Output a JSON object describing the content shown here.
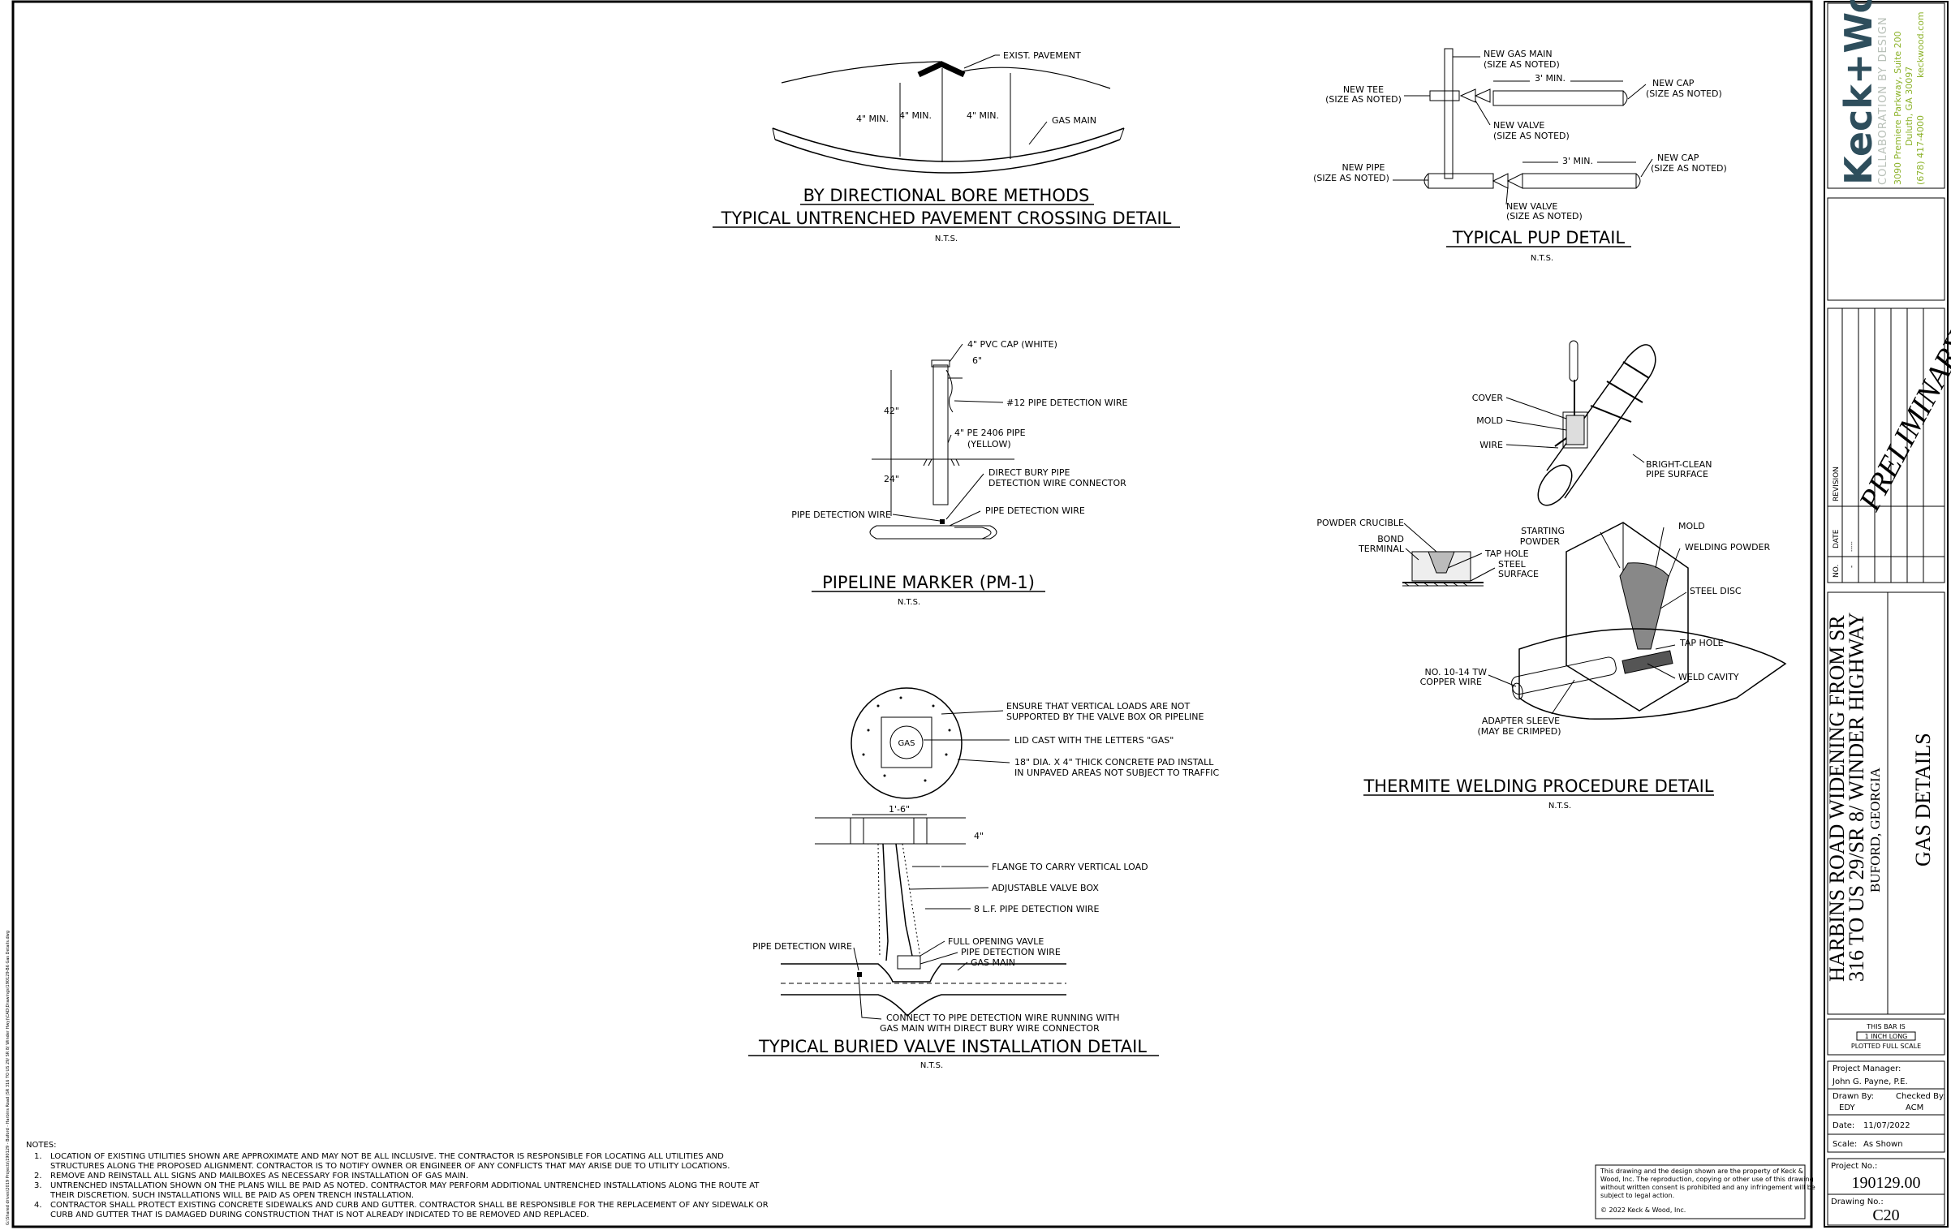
{
  "details": {
    "bore": {
      "title1": "BY DIRECTIONAL BORE METHODS",
      "title2": "TYPICAL UNTRENCHED PAVEMENT CROSSING DETAIL",
      "scale": "N.T.S.",
      "exist_pavement": "EXIST. PAVEMENT",
      "gas_main": "GAS MAIN",
      "dim1": "4\" MIN.",
      "dim2": "4\" MIN.",
      "dim3": "4\" MIN."
    },
    "pup": {
      "title": "TYPICAL PUP DETAIL",
      "scale": "N.T.S.",
      "new_gas_main": "NEW GAS MAIN",
      "new_gas_main_sub": "(SIZE AS NOTED)",
      "new_tee": "NEW TEE",
      "new_tee_sub": "(SIZE AS NOTED)",
      "new_cap": "NEW CAP",
      "new_cap_sub": "(SIZE AS NOTED)",
      "new_valve": "NEW VALVE",
      "new_valve_sub": "(SIZE AS NOTED)",
      "new_pipe": "NEW PIPE",
      "new_pipe_sub": "(SIZE AS NOTED)",
      "new_cap2": "NEW CAP",
      "new_cap2_sub": "(SIZE AS NOTED)",
      "new_valve2": "NEW VALVE",
      "new_valve2_sub": "(SIZE AS NOTED)",
      "min1": "3' MIN.",
      "min2": "3' MIN."
    },
    "marker": {
      "title": "PIPELINE MARKER (PM-1)",
      "scale": "N.T.S.",
      "cap": "4\" PVC CAP (WHITE)",
      "six": "6\"",
      "wire12": "#12 PIPE DETECTION WIRE",
      "pe_pipe": "4\" PE 2406 PIPE",
      "pe_pipe_sub": "(YELLOW)",
      "direct_bury": "DIRECT BURY PIPE",
      "direct_bury_sub": "DETECTION WIRE CONNECTOR",
      "pdw_left": "PIPE DETECTION WIRE",
      "pdw_right": "PIPE DETECTION WIRE",
      "dim42": "42\"",
      "dim24": "24\""
    },
    "thermite": {
      "title": "THERMITE WELDING PROCEDURE DETAIL",
      "scale": "N.T.S.",
      "cover": "COVER",
      "mold": "MOLD",
      "wire": "WIRE",
      "bright1": "BRIGHT-CLEAN",
      "bright2": "PIPE SURFACE",
      "powder_crucible": "POWDER CRUCIBLE",
      "bond1": "BOND",
      "bond2": "TERMINAL",
      "tap_hole": "TAP HOLE",
      "steel1": "STEEL",
      "steel2": "SURFACE",
      "starting1": "STARTING",
      "starting2": "POWDER",
      "mold2": "MOLD",
      "welding_powder": "WELDING POWDER",
      "steel_disc": "STEEL DISC",
      "tap_hole2": "TAP HOLE",
      "weld_cavity": "WELD CAVITY",
      "no10_1": "NO. 10-14 TW",
      "no10_2": "COPPER WIRE",
      "adapter1": "ADAPTER SLEEVE",
      "adapter2": "(MAY BE CRIMPED)"
    },
    "valve": {
      "title": "TYPICAL BURIED VALVE INSTALLATION DETAIL",
      "scale": "N.T.S.",
      "ensure1": "ENSURE THAT VERTICAL LOADS ARE NOT",
      "ensure2": "SUPPORTED BY THE VALVE BOX OR PIPELINE",
      "lid": "LID CAST WITH THE LETTERS \"GAS\"",
      "dia1": "18\" DIA. X 4\" THICK CONCRETE PAD INSTALL",
      "dia2": "IN UNPAVED AREAS NOT SUBJECT TO TRAFFIC",
      "gas": "GAS",
      "dim16": "1'-6\"",
      "dim4": "4\"",
      "flange": "FLANGE TO CARRY VERTICAL LOAD",
      "adjustable": "ADJUSTABLE VALVE BOX",
      "lf": "8 L.F. PIPE DETECTION WIRE",
      "pdw_left": "PIPE DETECTION WIRE",
      "full_opening": "FULL OPENING VAVLE",
      "pdw_right": "PIPE DETECTION WIRE",
      "gas_main": "GAS MAIN",
      "connect1": "CONNECT TO PIPE DETECTION WIRE RUNNING WITH",
      "connect2": "GAS MAIN WITH DIRECT BURY WIRE CONNECTOR"
    }
  },
  "notes": {
    "heading": "NOTES:",
    "items": [
      {
        "num": "1.",
        "l1": "LOCATION OF EXISTING UTILITIES SHOWN ARE APPROXIMATE AND MAY NOT BE ALL INCLUSIVE.  THE CONTRACTOR IS RESPONSIBLE FOR LOCATING ALL UTILITIES AND",
        "l2": "STRUCTURES ALONG THE PROPOSED ALIGNMENT. CONTRACTOR IS TO NOTIFY OWNER OR ENGINEER OF ANY CONFLICTS THAT MAY ARISE DUE TO UTILITY LOCATIONS."
      },
      {
        "num": "2.",
        "l1": "REMOVE AND REINSTALL ALL SIGNS AND MAILBOXES AS NECESSARY FOR INSTALLATION OF GAS MAIN.",
        "l2": ""
      },
      {
        "num": "3.",
        "l1": "UNTRENCHED INSTALLATION SHOWN ON THE PLANS WILL BE PAID AS NOTED. CONTRACTOR MAY PERFORM ADDITIONAL UNTRENCHED INSTALLATIONS ALONG THE ROUTE AT",
        "l2": "THEIR DISCRETION. SUCH INSTALLATIONS WILL BE PAID AS OPEN TRENCH INSTALLATION."
      },
      {
        "num": "4.",
        "l1": "CONTRACTOR SHALL PROTECT EXISTING CONCRETE SIDEWALKS AND CURB AND GUTTER.  CONTRACTOR SHALL BE RESPONSIBLE FOR THE REPLACEMENT OF ANY SIDEWALK OR",
        "l2": "CURB AND GUTTER THAT IS DAMAGED DURING CONSTRUCTION THAT IS NOT ALREADY INDICATED TO BE REMOVED AND REPLACED."
      }
    ]
  },
  "copyright": {
    "l1": "This drawing and the design shown are the property of Keck &",
    "l2": "Wood, Inc. The reproduction, copying or other use of this drawing",
    "l3": "without written consent is prohibited and any infringement will be",
    "l4": "subject to legal action.",
    "l5": "©  2022 Keck & Wood, Inc."
  },
  "file_path": "G:\\Shared drives\\2019 Projects\\190129 - Buford - Harbins Road (SR 316 TO US 29/ SR 8/ Winder Hwy)\\CAD\\Drawings\\190129-B6 Gas Details.dwg",
  "titleblock": {
    "brand": "Keck+Wood",
    "tagline": "COLLABORATION BY DESIGN",
    "addr1": "3090 Premiere Parkway, Suite 200",
    "addr2": "Duluth, GA  30097",
    "phone": "(678) 417-4000",
    "web": "keckwood.com",
    "revision_label": "REVISION",
    "date_label": "DATE",
    "no_label": "NO.",
    "no_val": "-",
    "date_val": "-----",
    "preliminary": "PRELIMINARY",
    "project1": "HARBINS ROAD WIDENING FROM SR",
    "project2": "316 TO US 29/SR 8/ WINDER HIGHWAY",
    "project3": "BUFORD, GEORGIA",
    "sheet_title": "GAS DETAILS",
    "bar1": "THIS BAR IS",
    "bar2": "1 INCH LONG",
    "bar3": "PLOTTED FULL SCALE",
    "pm_label": "Project Manager:",
    "pm_val": "John G. Payne, P.E.",
    "drawn_label": "Drawn By:",
    "drawn_val": "EDY",
    "checked_label": "Checked By:",
    "checked_val": "ACM",
    "date2_label": "Date:",
    "date2_val": "11/07/2022",
    "scale_label": "Scale:",
    "scale_val": "As Shown",
    "projno_label": "Project No.:",
    "projno_val": "190129.00",
    "dwgno_label": "Drawing No.:",
    "dwgno_val": "C20"
  },
  "colors": {
    "brand_dark": "#2e4e5c",
    "brand_green": "#8db32c",
    "line": "#000000"
  }
}
